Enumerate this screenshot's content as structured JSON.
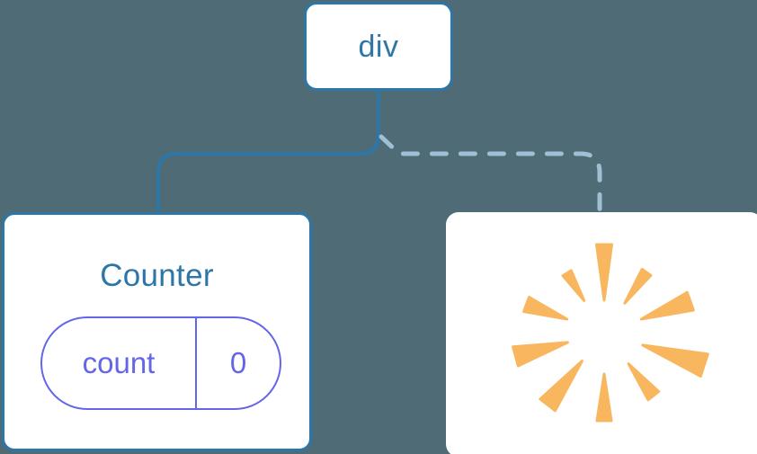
{
  "diagram": {
    "title": "component-tree",
    "background_color": "#4e6b76"
  },
  "colors": {
    "background": "#4e6b76",
    "node_border": "#2d76a8",
    "node_fill": "#ffffff",
    "text_primary": "#2d76a8",
    "state_accent": "#6366e8",
    "edge_solid": "#2d76a8",
    "edge_dashed": "#9fc0d4",
    "burst_ray": "#f8b75e"
  },
  "nodes": {
    "root": {
      "label": "div",
      "type": "element-node"
    },
    "counter": {
      "title": "Counter",
      "type": "component-node",
      "state": {
        "key": "count",
        "value": "0"
      }
    },
    "burst": {
      "type": "render-burst-node",
      "ray_count": 10,
      "label": ""
    }
  },
  "edges": [
    {
      "name": "root-to-counter",
      "style": "solid",
      "color": "#2d76a8",
      "from": "root",
      "to": "counter"
    },
    {
      "name": "root-to-burst",
      "style": "dashed",
      "color": "#9fc0d4",
      "from": "root",
      "to": "burst"
    }
  ],
  "burst_rays": [
    {
      "angle": -90,
      "length": 62,
      "width": 17,
      "gap": 36
    },
    {
      "angle": -55,
      "length": 42,
      "width": 12,
      "gap": 40
    },
    {
      "angle": -20,
      "length": 58,
      "width": 21,
      "gap": 44
    },
    {
      "angle": 18,
      "length": 72,
      "width": 26,
      "gap": 45
    },
    {
      "angle": 52,
      "length": 45,
      "width": 15,
      "gap": 44
    },
    {
      "angle": 90,
      "length": 52,
      "width": 16,
      "gap": 46
    },
    {
      "angle": 128,
      "length": 62,
      "width": 21,
      "gap": 40
    },
    {
      "angle": 165,
      "length": 60,
      "width": 22,
      "gap": 42
    },
    {
      "angle": 200,
      "length": 48,
      "width": 17,
      "gap": 44
    },
    {
      "angle": 238,
      "length": 36,
      "width": 11,
      "gap": 42
    }
  ]
}
